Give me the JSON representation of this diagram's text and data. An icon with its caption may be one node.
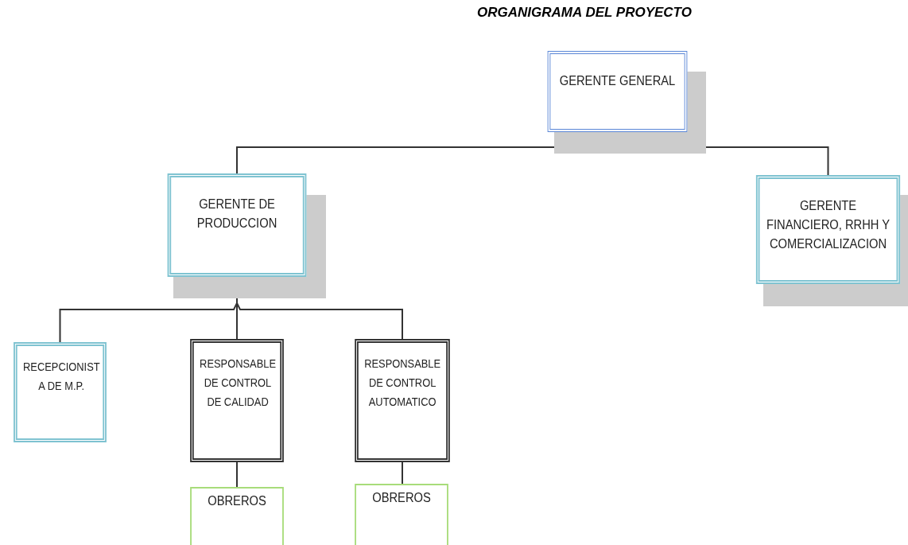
{
  "diagram": {
    "title": "ORGANIGRAMA DEL PROYECTO",
    "nodes": [
      {
        "text": [
          "GERENTE GENERAL"
        ]
      },
      {
        "text": [
          "GERENTE DE PRODUCCION"
        ]
      },
      {
        "text": [
          "GERENTE FINANCIERO, RRHH Y COMERCIALIZACION"
        ]
      },
      {
        "text": [
          "RECEPCIONIST A DE M.P."
        ]
      },
      {
        "text": [
          "RESPONSABLE DE CONTROL DE CALIDAD"
        ]
      },
      {
        "text": [
          "RESPONSABLE DE CONTROL AUTOMATICO"
        ]
      },
      {
        "text": [
          "OBREROS"
        ]
      },
      {
        "text": [
          "OBREROS"
        ]
      }
    ],
    "edges": [
      {
        "from": 0,
        "to": 1,
        "arrow": "none"
      },
      {
        "from": 0,
        "to": 2,
        "arrow": "none"
      },
      {
        "from": 1,
        "to": 3,
        "arrow": "none"
      },
      {
        "from": 1,
        "to": 4,
        "arrow": "none"
      },
      {
        "from": 1,
        "to": 5,
        "arrow": "none"
      },
      {
        "from": 4,
        "to": 6,
        "arrow": "none"
      },
      {
        "from": 5,
        "to": 7,
        "arrow": "none"
      }
    ]
  }
}
